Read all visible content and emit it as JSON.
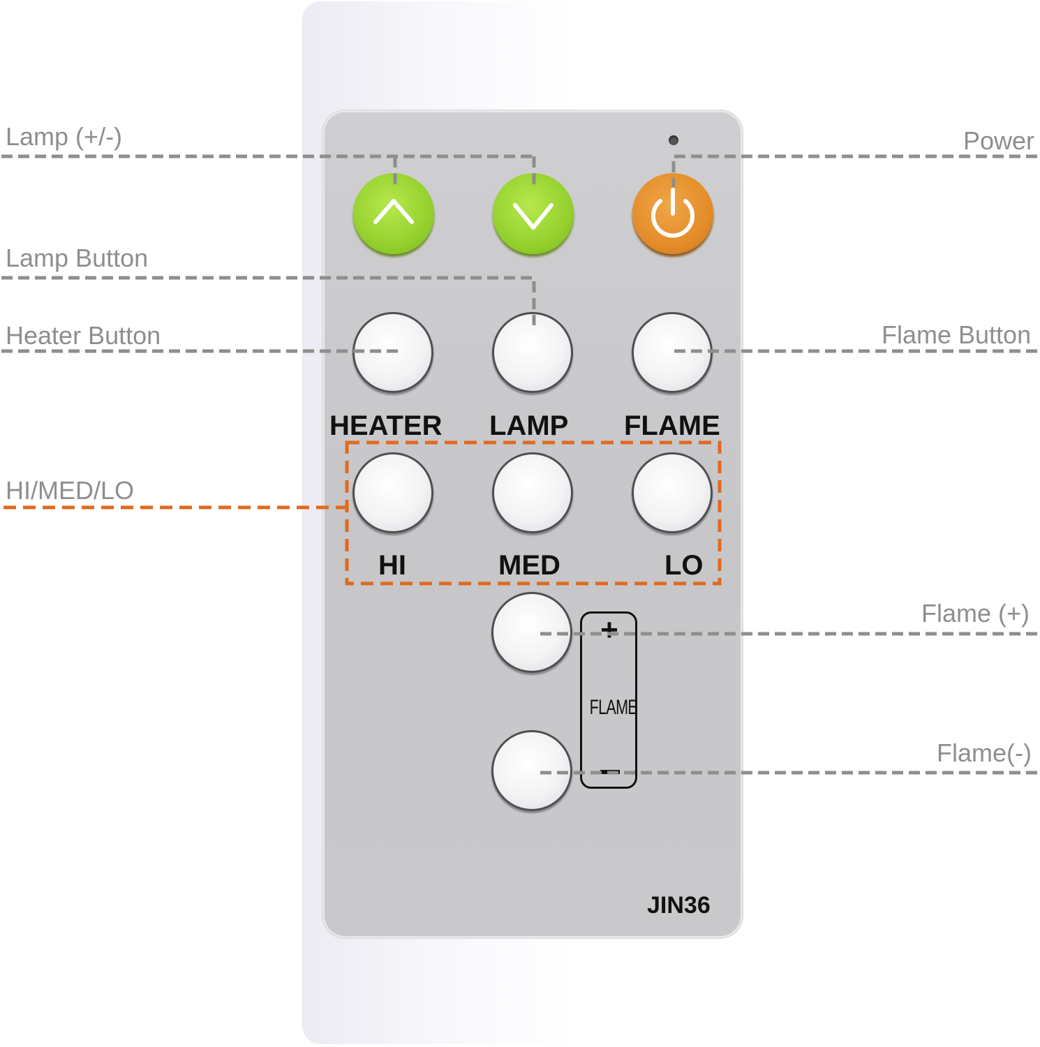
{
  "remote": {
    "model": "JIN36",
    "top_buttons": {
      "up": {
        "icon": "chevron-up-icon",
        "color": "#9ad332"
      },
      "down": {
        "icon": "chevron-down-icon",
        "color": "#9ad332"
      },
      "power": {
        "icon": "power-icon",
        "color": "#e38b2c"
      }
    },
    "function_labels": {
      "heater": "HEATER",
      "lamp": "LAMP",
      "flame": "FLAME"
    },
    "speed_labels": {
      "hi": "HI",
      "med": "MED",
      "lo": "LO"
    },
    "flame_adjust": {
      "label": "FLAME",
      "plus_symbol": "+"
    }
  },
  "annotations": {
    "lamp_plus_minus": "Lamp (+/-)",
    "power": "Power",
    "lamp_button": "Lamp Button",
    "heater_button": "Heater Button",
    "flame_button": "Flame Button",
    "hi_med_lo": "HI/MED/LO",
    "flame_plus": "Flame (+)",
    "flame_minus": "Flame(-)"
  },
  "colors": {
    "callout_line": "#8e8e8e",
    "highlight": "#e06a1f",
    "panel": "#c9c9cc"
  }
}
